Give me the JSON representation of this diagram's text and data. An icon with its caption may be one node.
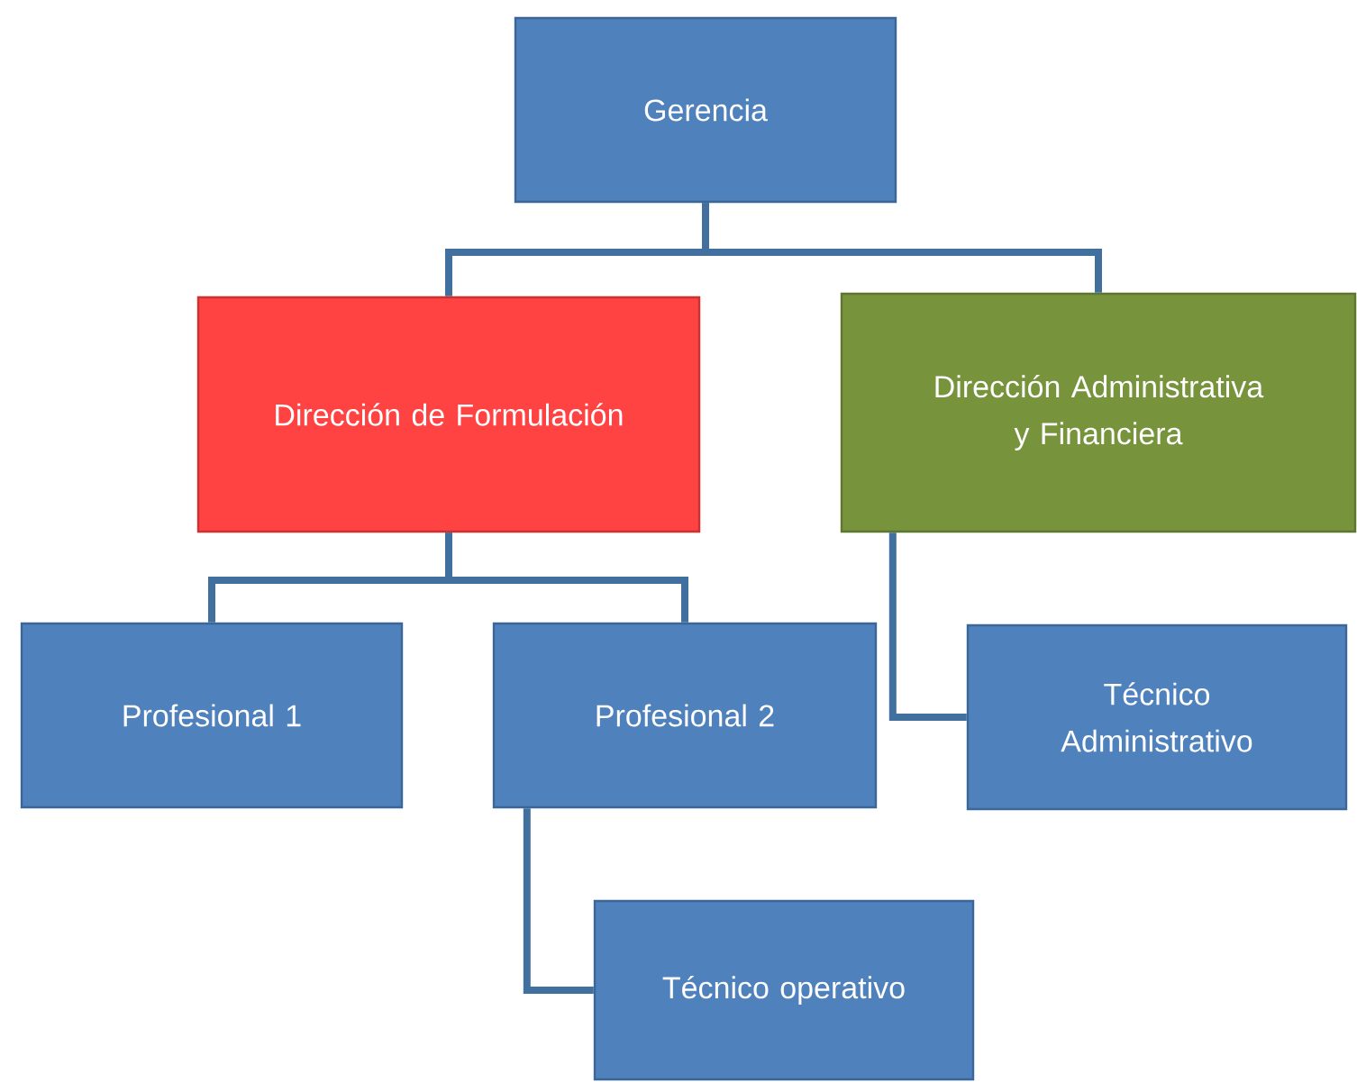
{
  "diagram": {
    "nodes": [
      {
        "text": [
          "Gerencia"
        ]
      },
      {
        "text": [
          "Dirección de Formulación"
        ]
      },
      {
        "text": [
          "Dirección Administrativa y Financiera"
        ]
      },
      {
        "text": [
          "Profesional 1"
        ]
      },
      {
        "text": [
          "Profesional 2"
        ]
      },
      {
        "text": [
          "Técnico Administrativo"
        ]
      },
      {
        "text": [
          "Técnico operativo"
        ]
      }
    ],
    "edges": [
      {
        "from": 0,
        "to": 1,
        "arrow": "none"
      },
      {
        "from": 0,
        "to": 2,
        "arrow": "none"
      },
      {
        "from": 1,
        "to": 3,
        "arrow": "none"
      },
      {
        "from": 1,
        "to": 4,
        "arrow": "none"
      },
      {
        "from": 2,
        "to": 5,
        "arrow": "none"
      },
      {
        "from": 4,
        "to": 6,
        "arrow": "none"
      }
    ]
  }
}
